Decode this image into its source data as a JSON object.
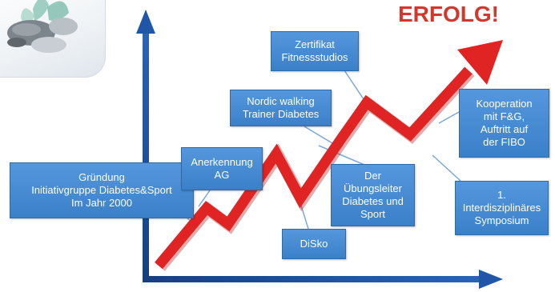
{
  "heading": "ERFOLG!",
  "colors": {
    "arrow_red": "#e02424",
    "axis_blue": "#1c4f9c",
    "callout_blue": "#3f86d0",
    "heading_red": "#d4362c"
  },
  "icons": {
    "logo": "plant-and-stones-logo"
  },
  "milestones": [
    {
      "id": "gruendung",
      "label": "Gründung\nInitiativgruppe Diabetes&Sport\nIm Jahr 2000"
    },
    {
      "id": "anerkennung",
      "label": "Anerkennung\nAG"
    },
    {
      "id": "disko",
      "label": "DiSko"
    },
    {
      "id": "nordic",
      "label": "Nordic walking\nTrainer Diabetes"
    },
    {
      "id": "zertifikat",
      "label": "Zertifikat\nFitnessstudios"
    },
    {
      "id": "uebungsleiter",
      "label": "Der\nÜbungsleiter\nDiabetes und\nSport"
    },
    {
      "id": "kooperation",
      "label": "Kooperation\nmit F&G,\nAuftritt auf\nder FIBO"
    },
    {
      "id": "symposium",
      "label": "1.\nInterdisziplinäres\nSymposium"
    }
  ]
}
